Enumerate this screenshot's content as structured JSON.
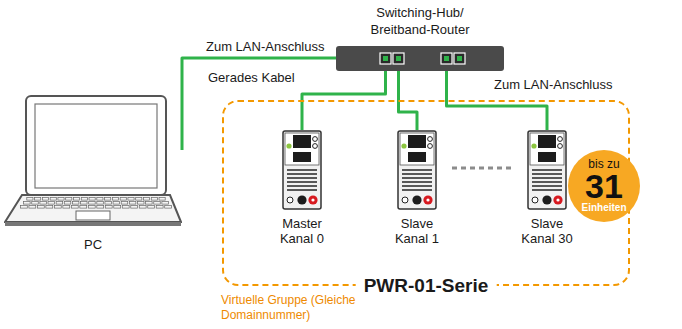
{
  "diagram": {
    "nodes": [
      {
        "text": [
          "Switching-Hub/ Breitband-Router"
        ]
      },
      {
        "text": [
          "PC"
        ]
      },
      {
        "text": [
          "PWR-01-Serie",
          "Virtuelle Gruppe (Gleiche Domainnummer)"
        ]
      },
      {
        "text": [
          "Master Kanal 0"
        ],
        "in": 2
      },
      {
        "text": [
          "Slave Kanal 1"
        ],
        "in": 2
      },
      {
        "text": [
          "Slave Kanal 30"
        ],
        "in": 2
      },
      {
        "text": [
          "bis zu",
          "31",
          "Einheiten"
        ]
      }
    ],
    "edges": [
      {
        "from": 1,
        "to": 0,
        "arrow": "none",
        "label": "Zum LAN-Anschluss"
      },
      {
        "from": 0,
        "to": 3,
        "arrow": "none"
      },
      {
        "from": 0,
        "to": 4,
        "arrow": "none"
      },
      {
        "from": 0,
        "to": 5,
        "arrow": "none",
        "label": "Zum LAN-Anschluss"
      },
      {
        "from": 4,
        "to": 5,
        "arrow": "none"
      }
    ],
    "labels": [
      "Gerades Kabel"
    ]
  }
}
